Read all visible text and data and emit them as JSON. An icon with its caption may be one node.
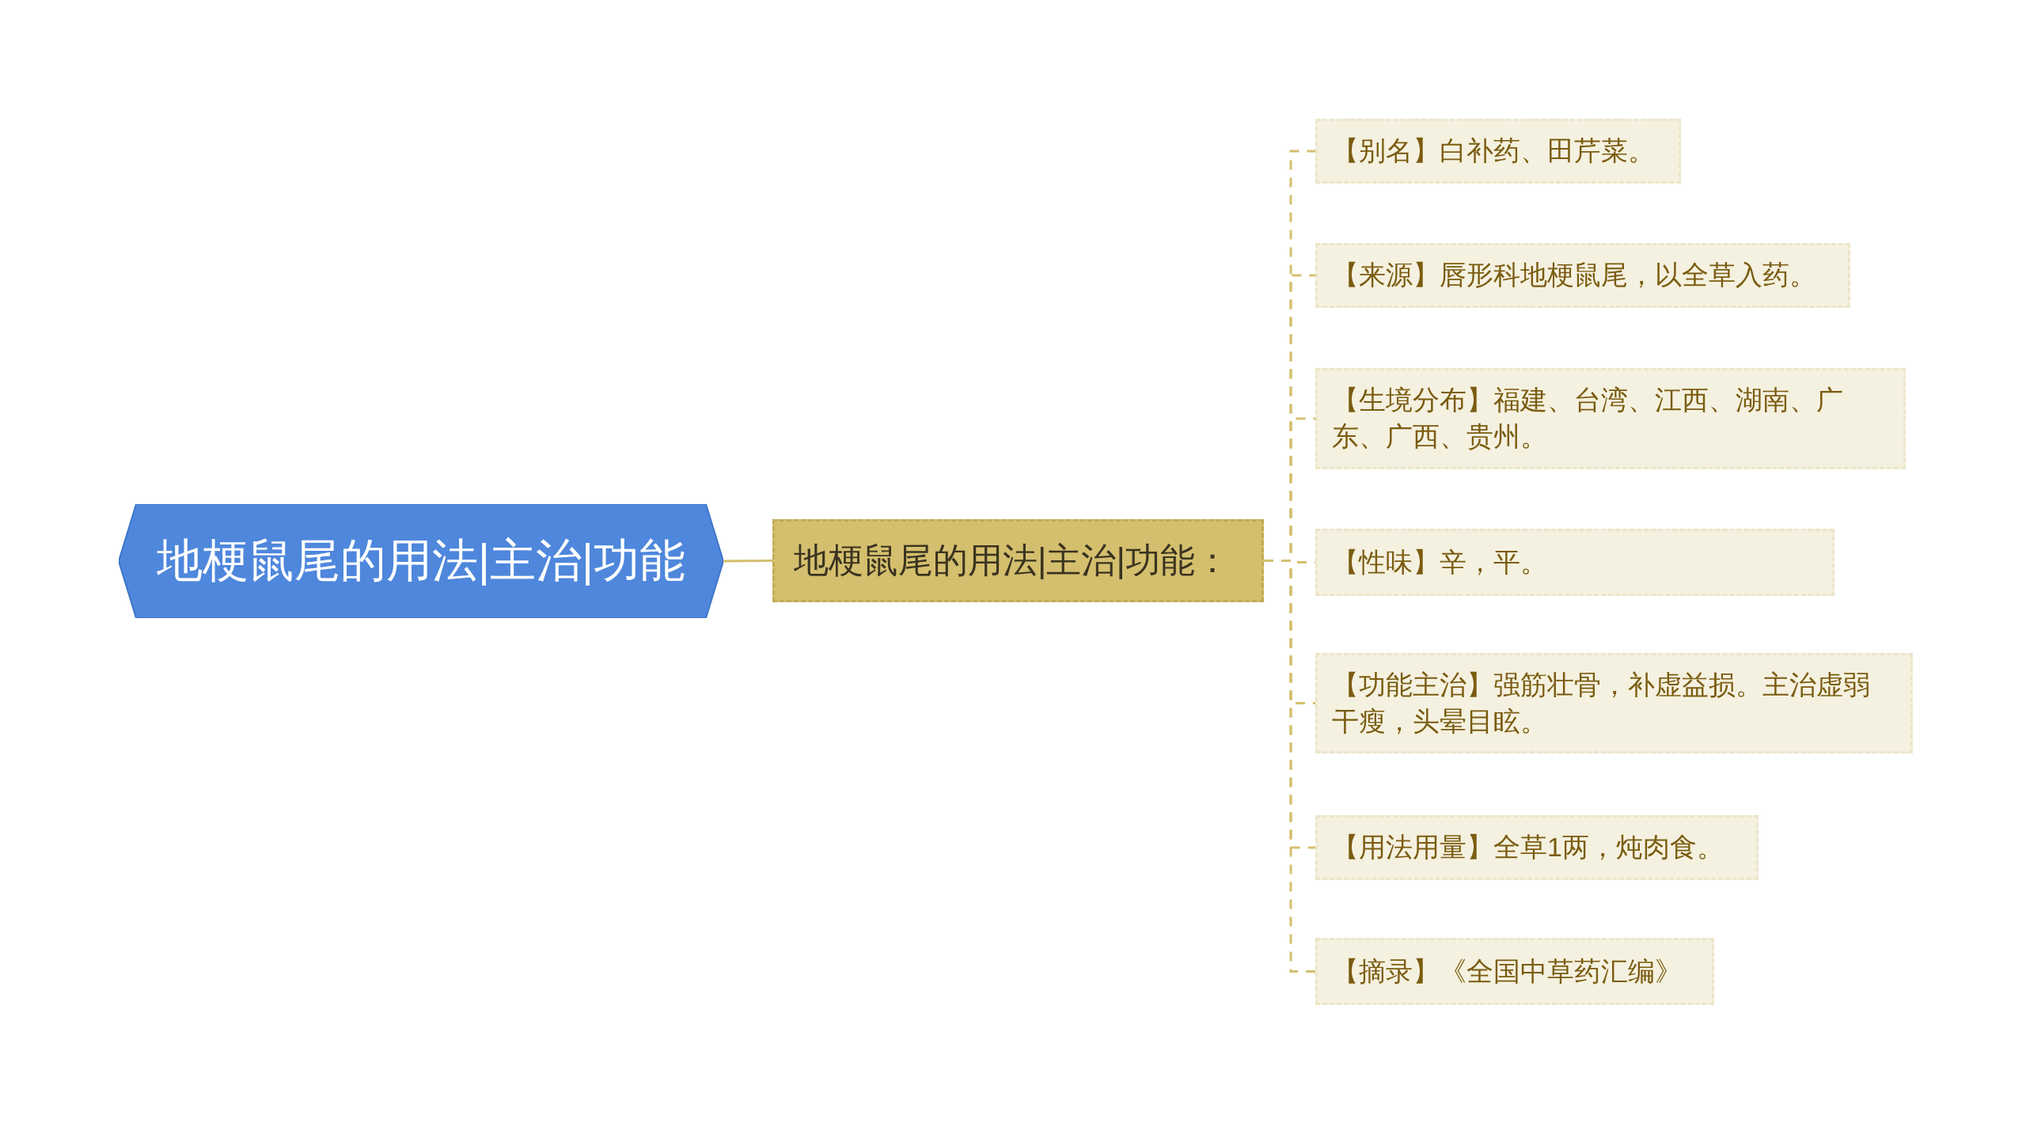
{
  "diagram": {
    "nodes": [
      {
        "text": [
          "地梗鼠尾的用法|主治|功能"
        ]
      },
      {
        "text": [
          "地梗鼠尾的用法|主治|功能："
        ]
      },
      {
        "text": [
          "【别名】白补药、田芹菜。"
        ]
      },
      {
        "text": [
          "【来源】唇形科地梗鼠尾，以全草入药。"
        ]
      },
      {
        "text": [
          "【生境分布】福建、台湾、江西、湖南、广东、广西、贵州。"
        ]
      },
      {
        "text": [
          "【性味】辛，平。"
        ]
      },
      {
        "text": [
          "【功能主治】强筋壮骨，补虚益损。主治虚弱干瘦，头晕目眩。"
        ]
      },
      {
        "text": [
          "【用法用量】全草1两，炖肉食。"
        ]
      },
      {
        "text": [
          "【摘录】《全国中草药汇编》"
        ]
      }
    ],
    "edges": [
      {
        "from": 0,
        "to": 1,
        "arrow": "none"
      },
      {
        "from": 1,
        "to": 2,
        "arrow": "none",
        "style": "dashed"
      },
      {
        "from": 1,
        "to": 3,
        "arrow": "none",
        "style": "dashed"
      },
      {
        "from": 1,
        "to": 4,
        "arrow": "none",
        "style": "dashed"
      },
      {
        "from": 1,
        "to": 5,
        "arrow": "none",
        "style": "dashed"
      },
      {
        "from": 1,
        "to": 6,
        "arrow": "none",
        "style": "dashed"
      },
      {
        "from": 1,
        "to": 7,
        "arrow": "none",
        "style": "dashed"
      },
      {
        "from": 1,
        "to": 8,
        "arrow": "none",
        "style": "dashed"
      }
    ]
  }
}
